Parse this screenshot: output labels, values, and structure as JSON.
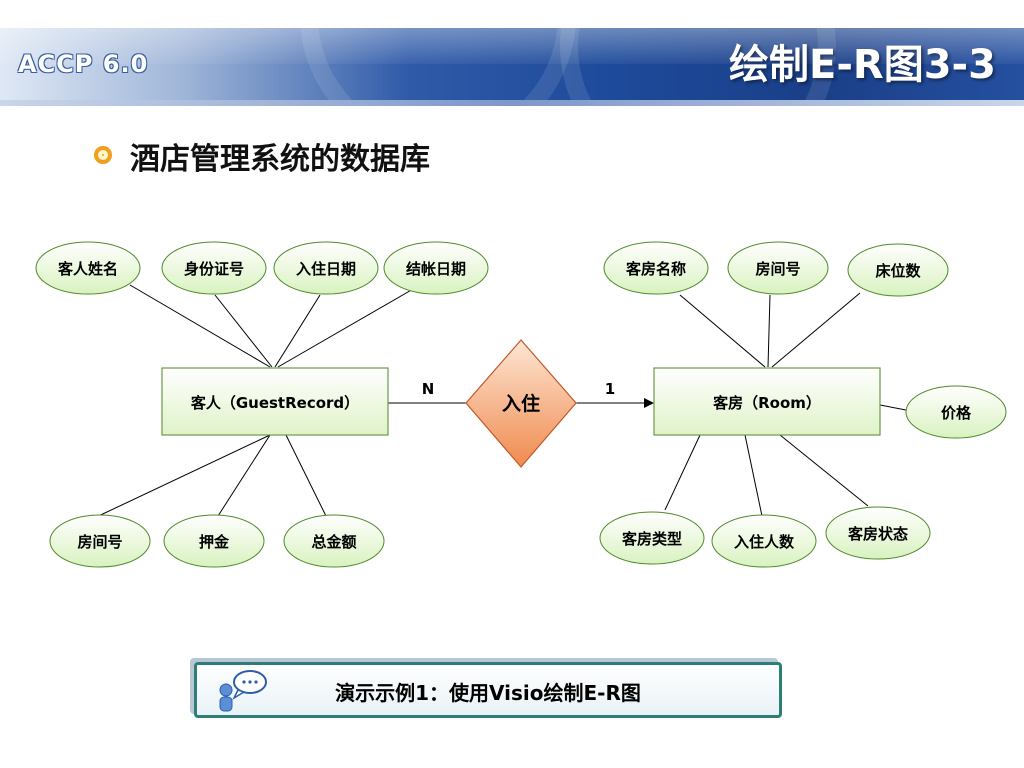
{
  "header": {
    "logo": "ACCP 6.0",
    "title": "绘制E-R图3-3"
  },
  "subtitle": "酒店管理系统的数据库",
  "diagram": {
    "entities": {
      "guest": "客人（GuestRecord）",
      "room": "客房（Room）"
    },
    "relationship": "入住",
    "cardinality": {
      "guest_side": "N",
      "room_side": "1"
    },
    "guest_attributes": [
      "客人姓名",
      "身份证号",
      "入住日期",
      "结帐日期",
      "房间号",
      "押金",
      "总金额"
    ],
    "room_attributes": [
      "客房名称",
      "房间号",
      "床位数",
      "价格",
      "客房类型",
      "入住人数",
      "客房状态"
    ]
  },
  "demo": {
    "label": "演示示例1：使用Visio绘制E-R图"
  },
  "colors": {
    "ellipse_fill": "#eaf9d8",
    "ellipse_stroke": "#4f8a2a",
    "entity_fill": "#eaf9d8",
    "entity_stroke": "#6a9a45",
    "diamond_fill": "#f4a06a",
    "diamond_stroke": "#c0582a"
  }
}
